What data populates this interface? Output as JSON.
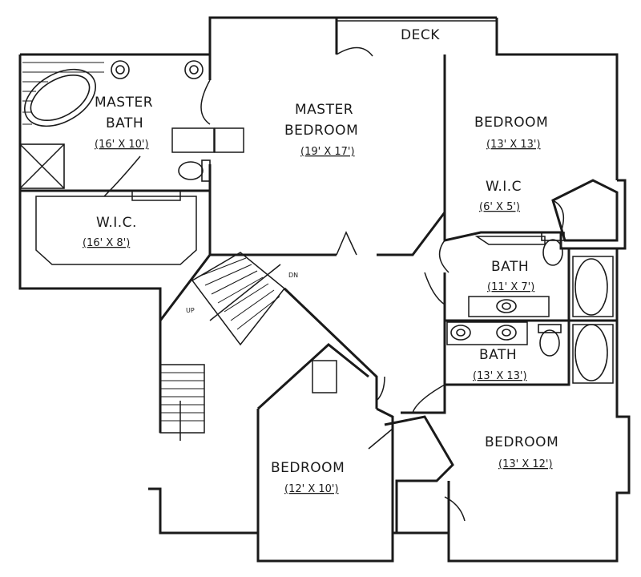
{
  "plan": {
    "deck": "DECK",
    "master_bath": {
      "name_line1": "MASTER",
      "name_line2": "BATH",
      "dims": "(16' X 10')"
    },
    "master_bedroom": {
      "name_line1": "MASTER",
      "name_line2": "BEDROOM",
      "dims": "(19' X 17')"
    },
    "master_wic": {
      "name": "W.I.C.",
      "dims": "(16' X 8')"
    },
    "bedroom_ne": {
      "name": "BEDROOM",
      "dims": "(13' X 13')"
    },
    "wic_ne": {
      "name": "W.I.C",
      "dims": "(6' X 5')"
    },
    "bath_upper": {
      "name": "BATH",
      "dims": "(11' X 7')"
    },
    "bath_lower": {
      "name": "BATH",
      "dims": "(13' X 13')"
    },
    "bedroom_se": {
      "name": "BEDROOM",
      "dims": "(13' X 12')"
    },
    "bedroom_s": {
      "name": "BEDROOM",
      "dims": "(12' X 10')"
    },
    "stair_marks": {
      "dn": "DN",
      "up": "UP"
    }
  }
}
